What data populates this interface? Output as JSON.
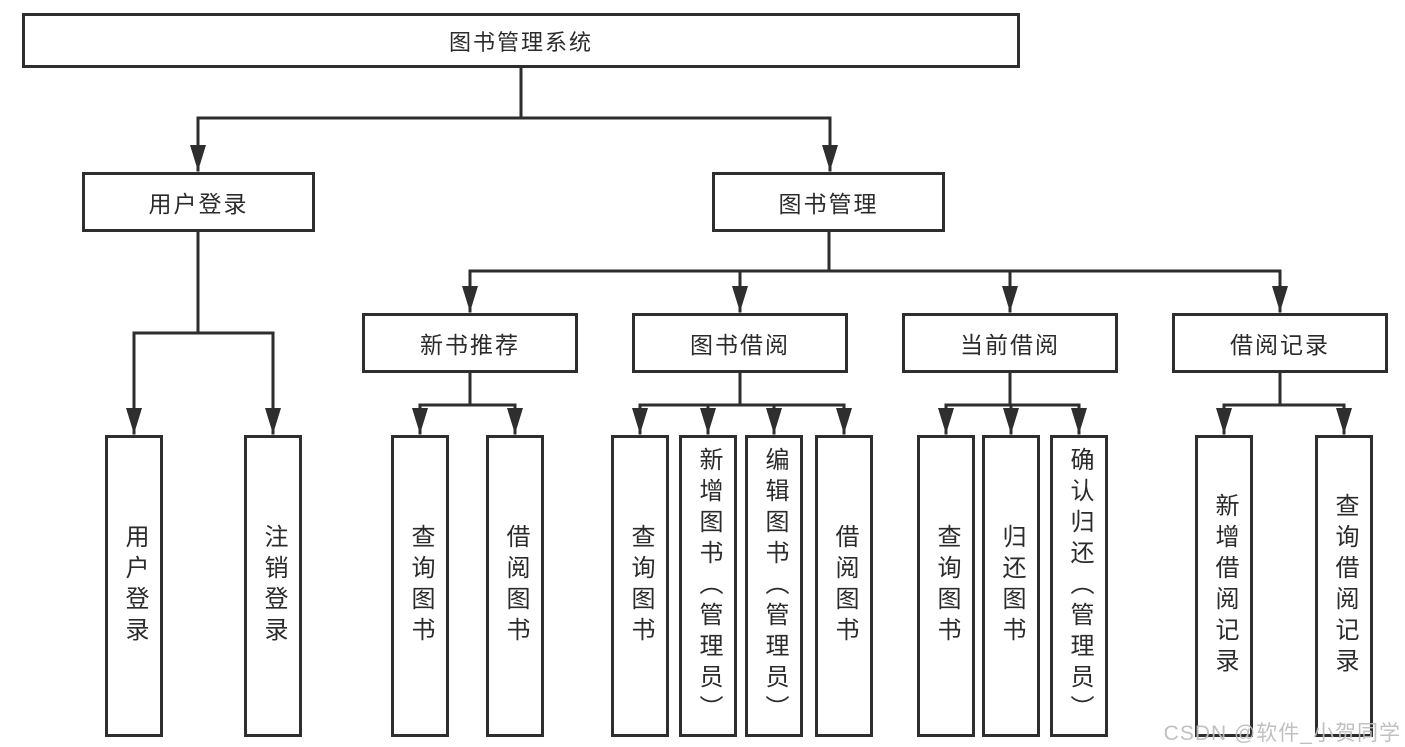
{
  "diagram": {
    "root": {
      "label": "图书管理系统"
    },
    "user_login": {
      "label": "用户登录",
      "items": [
        "用户登录",
        "注销登录"
      ]
    },
    "book_management": {
      "label": "图书管理",
      "sections": {
        "new_books": {
          "label": "新书推荐",
          "items": [
            "查询图书",
            "借阅图书"
          ]
        },
        "borrowing": {
          "label": "图书借阅",
          "items": [
            "查询图书",
            "新增图书（管理员）",
            "编辑图书（管理员）",
            "借阅图书"
          ]
        },
        "current": {
          "label": "当前借阅",
          "items": [
            "查询图书",
            "归还图书",
            "确认归还（管理员）"
          ]
        },
        "records": {
          "label": "借阅记录",
          "items": [
            "新增借阅记录",
            "查询借阅记录"
          ]
        }
      }
    }
  },
  "watermark": {
    "text": "CSDN @软件_小贺同学"
  },
  "colors": {
    "line": "#2e2e2e",
    "text": "#2b2b2b",
    "background": "#ffffff",
    "watermark": "#bdbdbd"
  }
}
